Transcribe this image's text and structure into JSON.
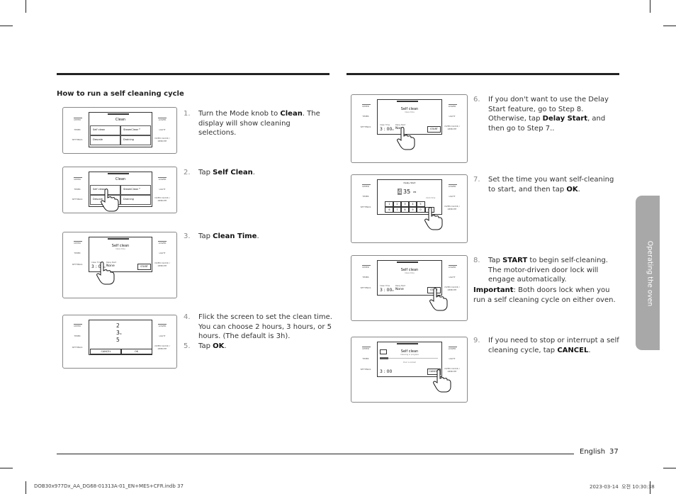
{
  "section_title": "How to run a self cleaning cycle",
  "side_tab": "Operating the oven",
  "footer": {
    "language": "English",
    "page_number": "37",
    "file_name": "DOB30x977Dx_AA_DG68-01313A-01_EN+MES+CFR.indb   37",
    "date": "2023-03-14",
    "time_label": "오전 10:30:38"
  },
  "steps": [
    {
      "num": "1.",
      "pre": "Turn the Mode knob to ",
      "bold": "Clean",
      "post": ". The display will show cleaning selections."
    },
    {
      "num": "2.",
      "pre": "Tap ",
      "bold": "Self Clean",
      "post": "."
    },
    {
      "num": "3.",
      "pre": "Tap ",
      "bold": "Clean Time",
      "post": "."
    },
    {
      "num": "4.",
      "pre": "Flick the screen to set the clean time. You can choose 2 hours, 3 hours, or 5 hours. (The default is 3h).",
      "bold": "",
      "post": ""
    },
    {
      "num": "5.",
      "pre": "Tap ",
      "bold": "OK",
      "post": "."
    },
    {
      "num": "6.",
      "pre": "If you don't want to use the Delay Start feature, go to Step 8. Otherwise, tap ",
      "bold": "Delay Start",
      "post": ", and then go to Step 7.."
    },
    {
      "num": "7.",
      "pre": "Set the time you want self-cleaning to start, and then tap ",
      "bold": "OK",
      "post": "."
    },
    {
      "num": "8.",
      "pre": "Tap ",
      "bold": "START",
      "post": " to begin self-cleaning. The motor-driven door lock will engage automatically."
    },
    {
      "num": "9.",
      "pre": "If you need to stop or interrupt a self cleaning cycle, tap ",
      "bold": "CANCEL",
      "post": "."
    }
  ],
  "important": {
    "label": "Important",
    "text": ": Both doors lock when you run a self cleaning cycle on either oven."
  },
  "panel_controls": {
    "left": [
      "UPPER",
      "TIMER",
      "SETTINGS"
    ],
    "right": [
      "LOWER",
      "LIGHT",
      "OVEN CLOCK / REMOTE"
    ],
    "lock_icon": "lock-icon"
  },
  "screen1": {
    "title": "Clean",
    "buttons": [
      "Self clean",
      "SteamClean™",
      "Descale",
      "Draining"
    ]
  },
  "screen3": {
    "title": "Self clean",
    "subtitle": "Clean time",
    "time_label": "Clean Time",
    "time_value": "3 : 00",
    "time_unit": "hr",
    "delay_label": "Delay Start",
    "delay_value": "None",
    "start": "START"
  },
  "screen4": {
    "values": [
      "2",
      "3",
      "5"
    ],
    "unit": "hr",
    "cancel": "CANCEL",
    "ok": "OK"
  },
  "screen7": {
    "title": "Delay Start",
    "hour": "4",
    "minute": "35",
    "ampm": "PM",
    "sub": "Clock time",
    "keys": [
      "1",
      "2",
      "3",
      "4",
      "5",
      "6",
      "7",
      "8",
      "9",
      "0",
      "OK"
    ]
  },
  "screen9": {
    "title": "Self clean",
    "subtitle": "Cleaning in progress",
    "status": "Door is locked",
    "time_value": "3 : 00",
    "cancel": "CANCEL"
  }
}
